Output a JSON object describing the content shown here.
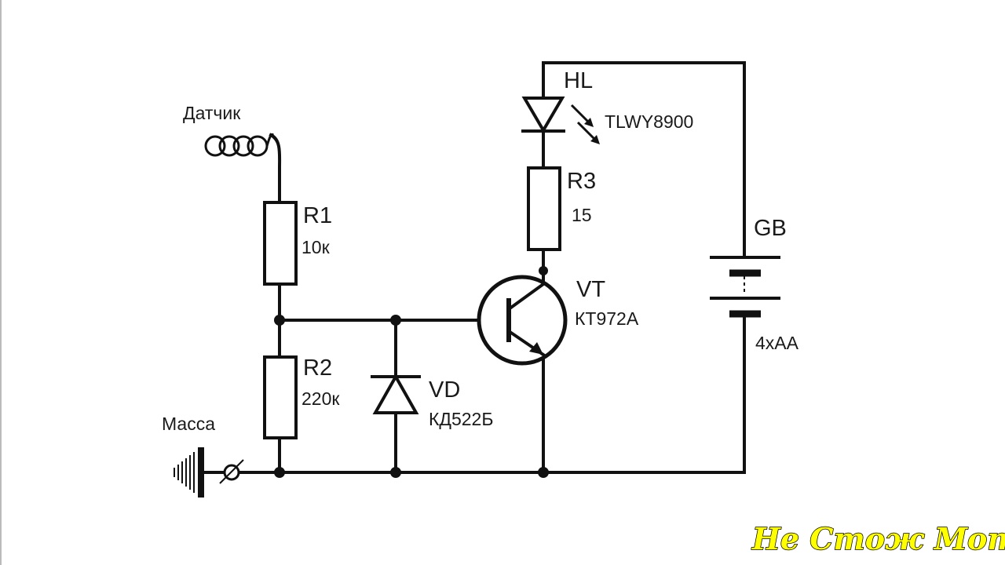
{
  "labels": {
    "sensor": "Датчик",
    "ground": "Масса",
    "r1_ref": "R1",
    "r1_value": "10к",
    "r2_ref": "R2",
    "r2_value": "220к",
    "r3_ref": "R3",
    "r3_value": "15",
    "led_ref": "HL",
    "led_part": "TLWY8900",
    "transistor_ref": "VT",
    "transistor_part": "КТ972А",
    "diode_ref": "VD",
    "diode_part": "КД522Б",
    "battery_ref": "GB",
    "battery_value": "4xAA"
  },
  "watermark": "Не Стож Мото",
  "colors": {
    "line": "#111111",
    "background": "#ffffff",
    "watermark": "#ffff00"
  }
}
